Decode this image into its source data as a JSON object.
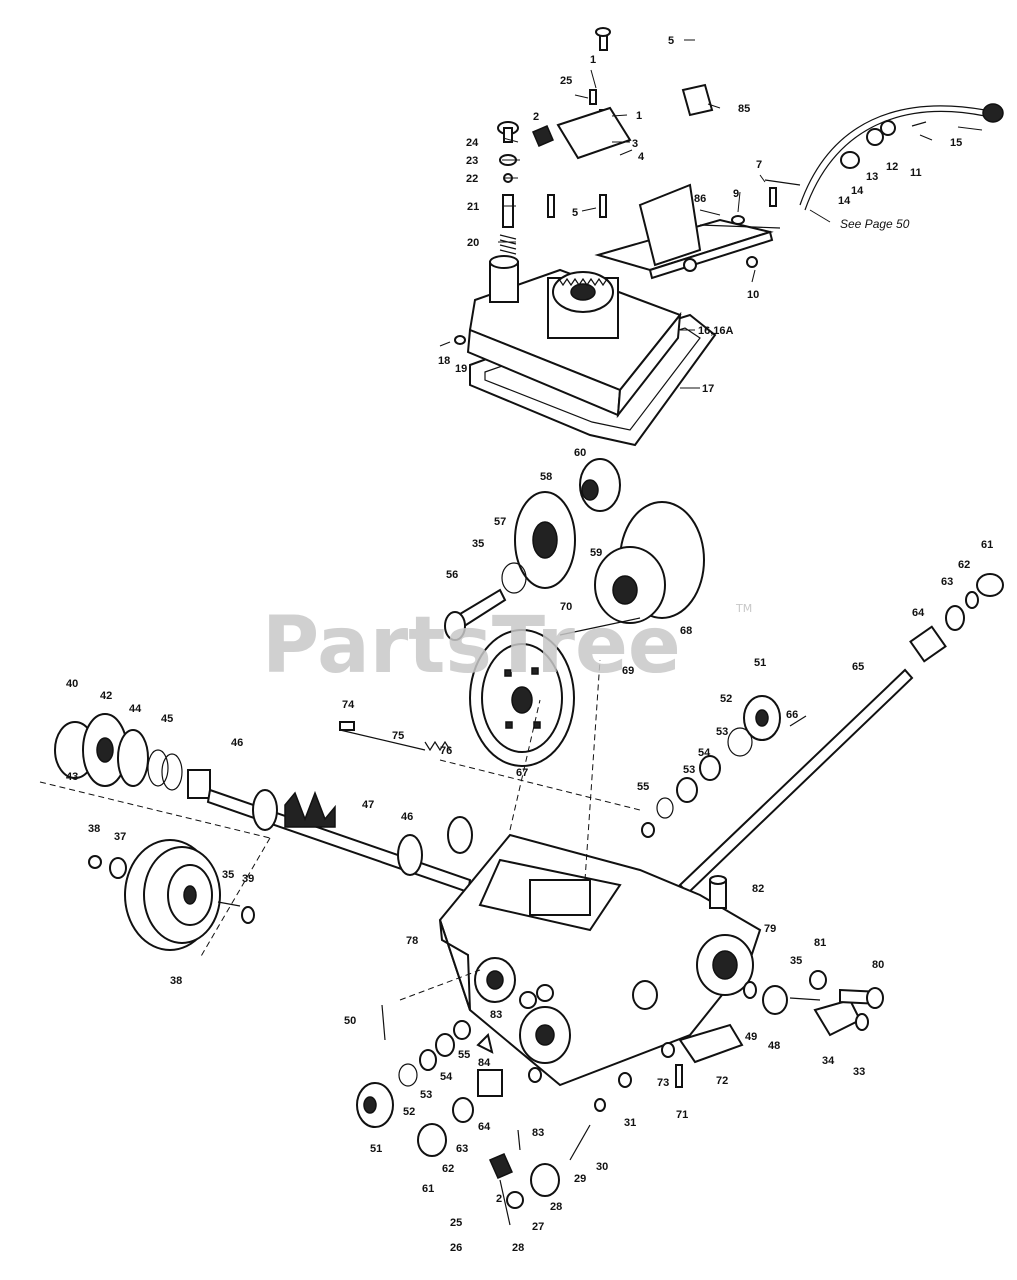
{
  "diagram": {
    "watermark": "PartsTree",
    "trademark": "TM",
    "reference_note": "See Page 50",
    "callouts": {
      "c1a": "1",
      "c1b": "1",
      "c2a": "2",
      "c2b": "2",
      "c3": "3",
      "c4": "4",
      "c5a": "5",
      "c5b": "5",
      "c7": "7",
      "c9": "9",
      "c10": "10",
      "c11": "11",
      "c12": "12",
      "c13": "13",
      "c14a": "14",
      "c14b": "14",
      "c15": "15",
      "c16": "16,16A",
      "c17": "17",
      "c18": "18",
      "c19": "19",
      "c20": "20",
      "c21": "21",
      "c22": "22",
      "c23": "23",
      "c24": "24",
      "c25a": "25",
      "c25b": "25",
      "c26": "26",
      "c27": "27",
      "c28a": "28",
      "c28b": "28",
      "c29": "29",
      "c30": "30",
      "c31": "31",
      "c33": "33",
      "c34": "34",
      "c35a": "35",
      "c35b": "35",
      "c35c": "35",
      "c37": "37",
      "c38a": "38",
      "c38b": "38",
      "c39": "39",
      "c40": "40",
      "c42": "42",
      "c43": "43",
      "c44": "44",
      "c45": "45",
      "c46a": "46",
      "c46b": "46",
      "c47": "47",
      "c48": "48",
      "c49": "49",
      "c50": "50",
      "c51a": "51",
      "c51b": "51",
      "c52a": "52",
      "c52b": "52",
      "c53a": "53",
      "c53b": "53",
      "c53c": "53",
      "c54a": "54",
      "c54b": "54",
      "c55a": "55",
      "c55b": "55",
      "c56": "56",
      "c57": "57",
      "c58": "58",
      "c59": "59",
      "c60": "60",
      "c61a": "61",
      "c61b": "61",
      "c62a": "62",
      "c62b": "62",
      "c63a": "63",
      "c63b": "63",
      "c64a": "64",
      "c64b": "64",
      "c65": "65",
      "c66": "66",
      "c67": "67",
      "c68": "68",
      "c69": "69",
      "c70": "70",
      "c71": "71",
      "c72": "72",
      "c73": "73",
      "c74": "74",
      "c75": "75",
      "c76": "76",
      "c78": "78",
      "c79": "79",
      "c80": "80",
      "c81": "81",
      "c82": "82",
      "c83a": "83",
      "c83b": "83",
      "c84": "84",
      "c85": "85",
      "c86": "86"
    }
  }
}
